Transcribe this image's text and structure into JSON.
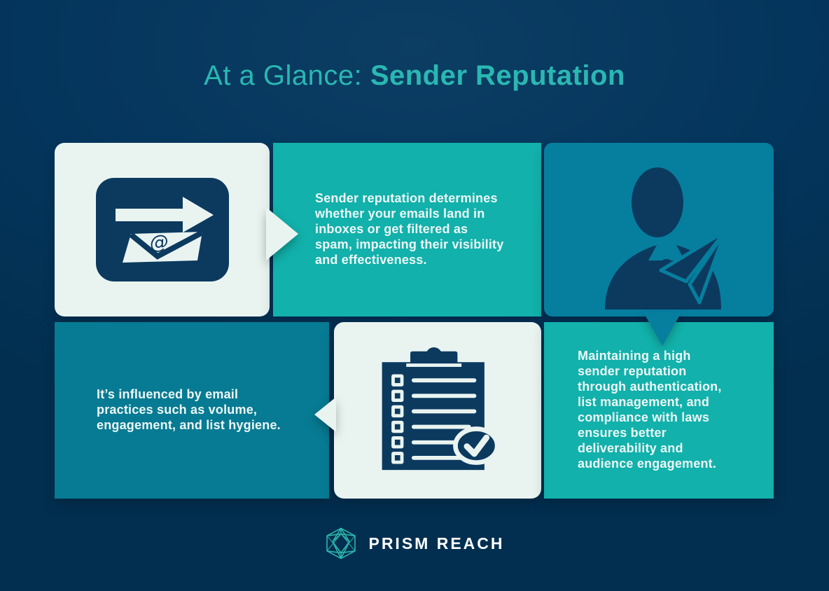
{
  "title": {
    "prefix": "At a Glance: ",
    "highlight": "Sender Reputation"
  },
  "cards": {
    "definition": {
      "text": "Sender reputation determines whether your emails land in inboxes or get filtered as spam, impacting their visibility and effectiveness."
    },
    "influence": {
      "text": "It’s influenced by email practices such as volume, engagement, and list hygiene."
    },
    "maintenance": {
      "text": "Maintaining a high sender reputation through authentication, list management, and compliance with laws ensures better deliverability and audience engagement."
    }
  },
  "icons": {
    "email_send": "email-send-icon",
    "businessman": "businessman-paper-plane-icon",
    "checklist": "checklist-clipboard-icon",
    "brand": "prism-logo-icon"
  },
  "footer": {
    "brand": "PRISM REACH"
  },
  "colors": {
    "background_navy": "#03345a",
    "title_teal": "#2ab7b2",
    "tile_teal": "#12b1ab",
    "tile_blue": "#067f9f",
    "tile_blue_dark": "#077b93",
    "tile_white": "#e9f4f1",
    "icon_navy": "#0c3a5f",
    "logo_teal": "#2db5ab",
    "text_white": "#eef8f7"
  }
}
